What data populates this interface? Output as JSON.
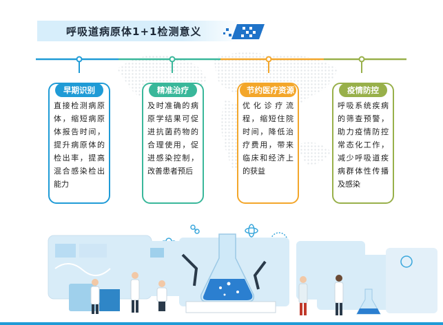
{
  "title": "呼吸道病原体1+1检测意义",
  "colors": {
    "blue": "#1f9bd6",
    "teal": "#39b79a",
    "orange": "#f3a62a",
    "olive": "#98b04a",
    "title_bg": "#d7eefb"
  },
  "cards": [
    {
      "label": "早期识别",
      "text": "直接检测病原体，缩短病原体报告时间，提升病原体的检出率，提高混合感染检出能力",
      "color": "#1f9bd6"
    },
    {
      "label": "精准治疗",
      "text": "及时准确的病原学结果可促进抗菌药物的合理使用，促进感染控制，改善患者预后",
      "color": "#39b79a"
    },
    {
      "label": "节约医疗资源",
      "text": "优化诊疗流程，缩短住院时间，降低治疗费用，带来临床和经济上的获益",
      "color": "#f3a62a"
    },
    {
      "label": "疫情防控",
      "text": "呼吸系统疾病的筛查预警，助力疫情防控常态化工作，减少呼吸道疾病群体性传播及感染",
      "color": "#98b04a"
    }
  ],
  "illustration": "laboratory-scientists-illustration"
}
